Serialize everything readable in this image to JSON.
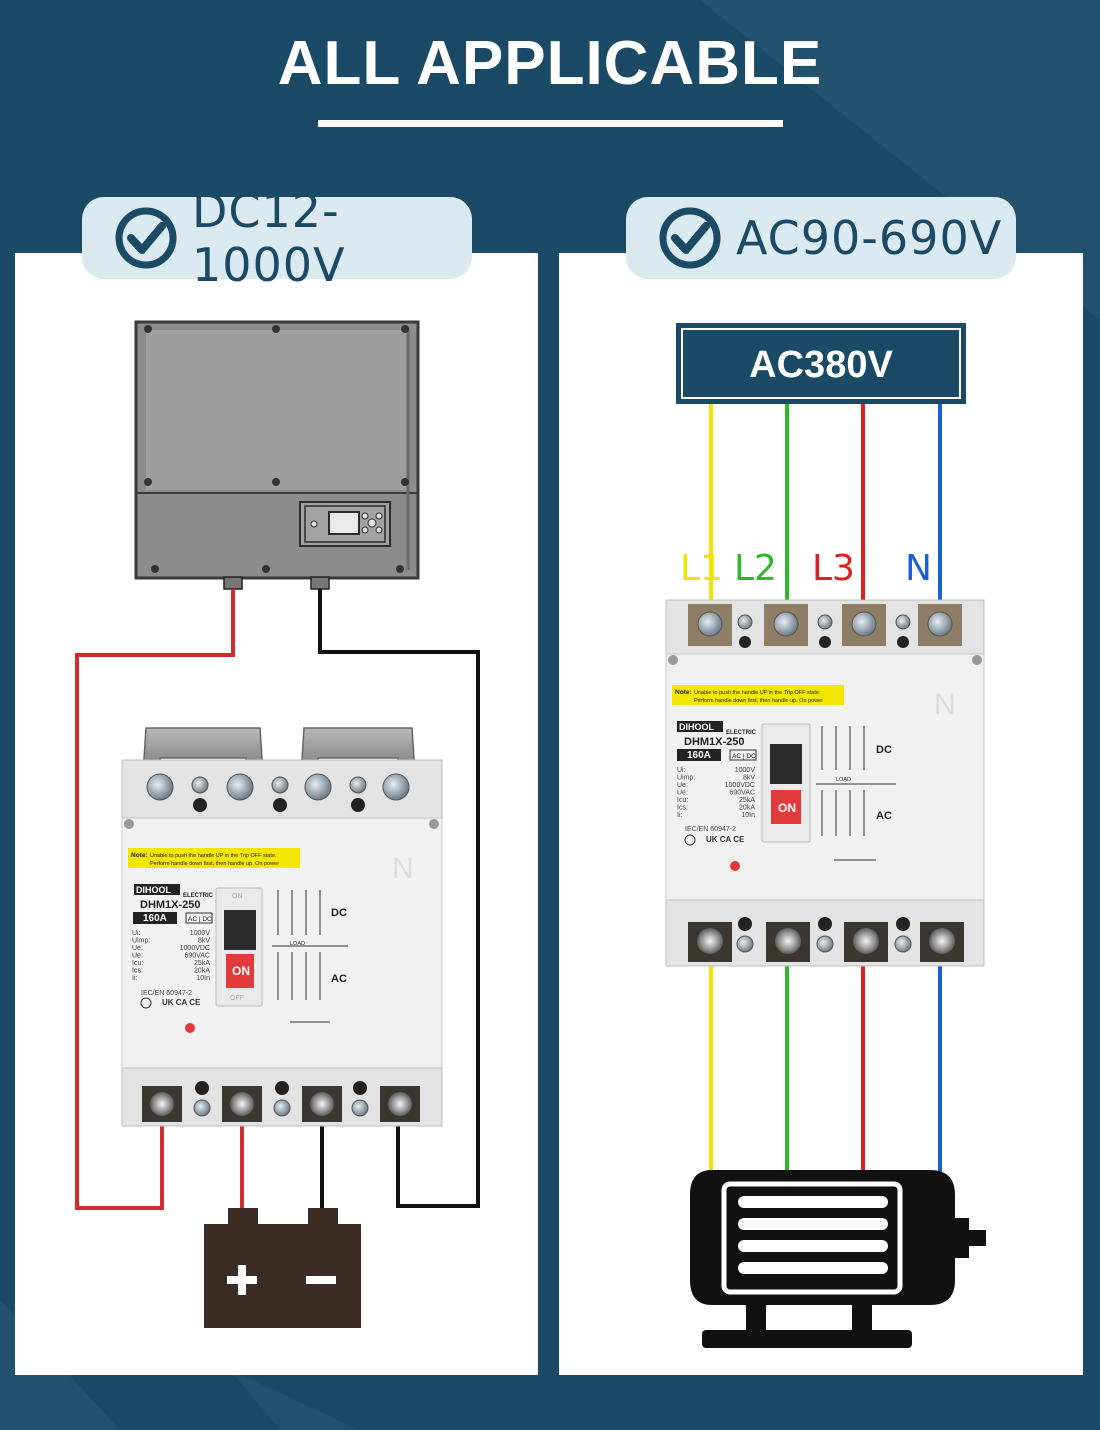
{
  "header": {
    "title": "ALL APPLICABLE"
  },
  "dc": {
    "range_label": "DC12-1000V",
    "battery": {
      "plus": "+",
      "minus": "-"
    }
  },
  "ac": {
    "range_label": "AC90-690V",
    "supply_label": "AC380V",
    "phases": [
      {
        "label": "L1",
        "color": "#f2e300"
      },
      {
        "label": "L2",
        "color": "#2db82d"
      },
      {
        "label": "L3",
        "color": "#e02020"
      },
      {
        "label": "N",
        "color": "#1f5fd6"
      }
    ]
  },
  "breaker": {
    "brand": "DIHOOL",
    "brand_sub": "ELECTRIC",
    "model": "DHM1X-250",
    "rating": "160A",
    "type_badge": "AC | DC",
    "note_prefix": "Note:",
    "note_text": "Unable to push the handle UP in the Trip OFF state. Perform handle down first, then handle up. On power",
    "specs": [
      {
        "k": "Ui:",
        "v": "1000V"
      },
      {
        "k": "Uimp:",
        "v": "8kV"
      },
      {
        "k": "Ue:",
        "v": "1000VDC"
      },
      {
        "k": "Ue:",
        "v": "690VAC"
      },
      {
        "k": "Icu:",
        "v": "25kA"
      },
      {
        "k": "Ics:",
        "v": "20kA"
      },
      {
        "k": "Ii:",
        "v": "10In"
      }
    ],
    "standard": "IEC/EN 60947-2",
    "marks": "UK CA  CE",
    "on_label": "ON",
    "off_label": "OFF",
    "dc_label": "DC",
    "ac_label": "AC",
    "load_label": "LOAD",
    "poles_label": "L1 L2 L3 N"
  },
  "colors": {
    "navy": "#1a4a66",
    "pill_bg": "#dbe9f1",
    "wire_red": "#d42a2a",
    "wire_black": "#111111",
    "breaker_body": "#f1f1f1",
    "note_yellow": "#f3e600",
    "handle_red": "#e23a3a"
  },
  "icons": [
    "check-circle-icon",
    "solar-inverter-icon",
    "battery-icon",
    "electric-motor-icon",
    "circuit-breaker-icon"
  ]
}
